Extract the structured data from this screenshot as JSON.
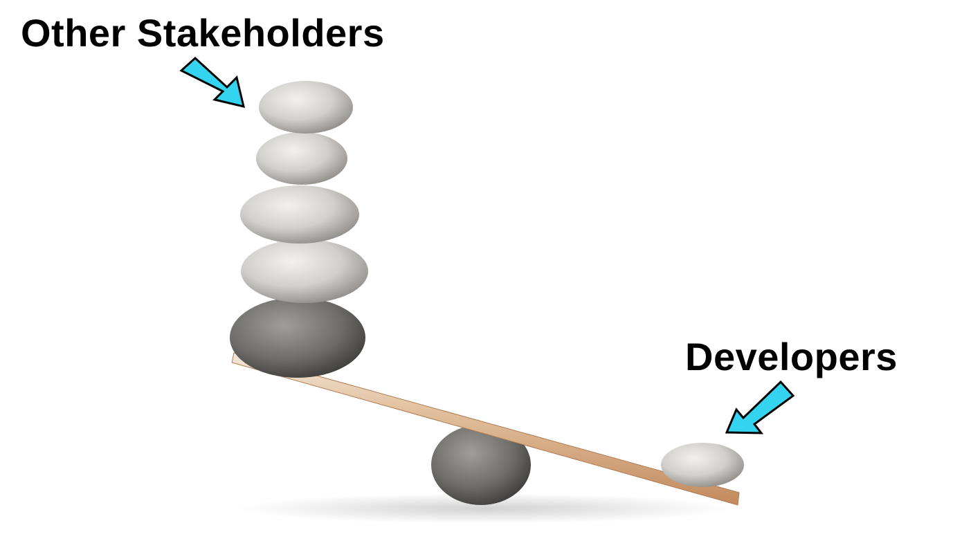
{
  "labels": {
    "top": "Other Stakeholders",
    "bottom_right": "Developers"
  },
  "colors": {
    "arrow_fill": "#34d3f0",
    "arrow_stroke": "#000000",
    "plank": "#d9a57a",
    "dark_stone": "#6f6d6a",
    "light_stone": "#cfcdca"
  },
  "scene": {
    "stack_stone_count": 5,
    "single_stone_count": 1
  }
}
